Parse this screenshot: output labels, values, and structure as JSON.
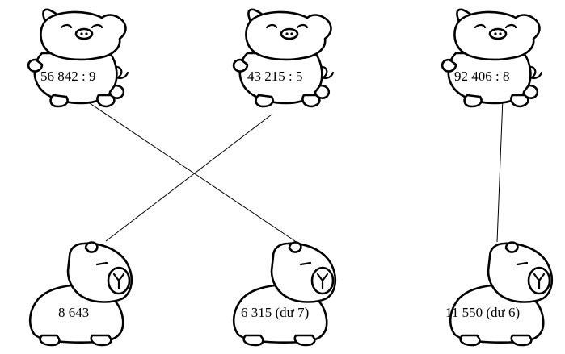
{
  "pigs": [
    {
      "id": "pig-1",
      "expression": "56 842 : 9"
    },
    {
      "id": "pig-2",
      "expression": "43 215 : 5"
    },
    {
      "id": "pig-3",
      "expression": "92 406 : 8"
    }
  ],
  "capybaras": [
    {
      "id": "capybara-1",
      "result": "8 643"
    },
    {
      "id": "capybara-2",
      "result": "6 315 (dư 7)"
    },
    {
      "id": "capybara-3",
      "result": "11 550 (dư 6)"
    }
  ],
  "connections": [
    {
      "from": "pig-1",
      "to": "capybara-2"
    },
    {
      "from": "pig-2",
      "to": "capybara-1"
    },
    {
      "from": "pig-3",
      "to": "capybara-3"
    }
  ],
  "icons": {
    "top_row": "pig-icon",
    "bottom_row": "capybara-icon"
  },
  "colors": {
    "line": "#000000",
    "background": "#ffffff"
  }
}
